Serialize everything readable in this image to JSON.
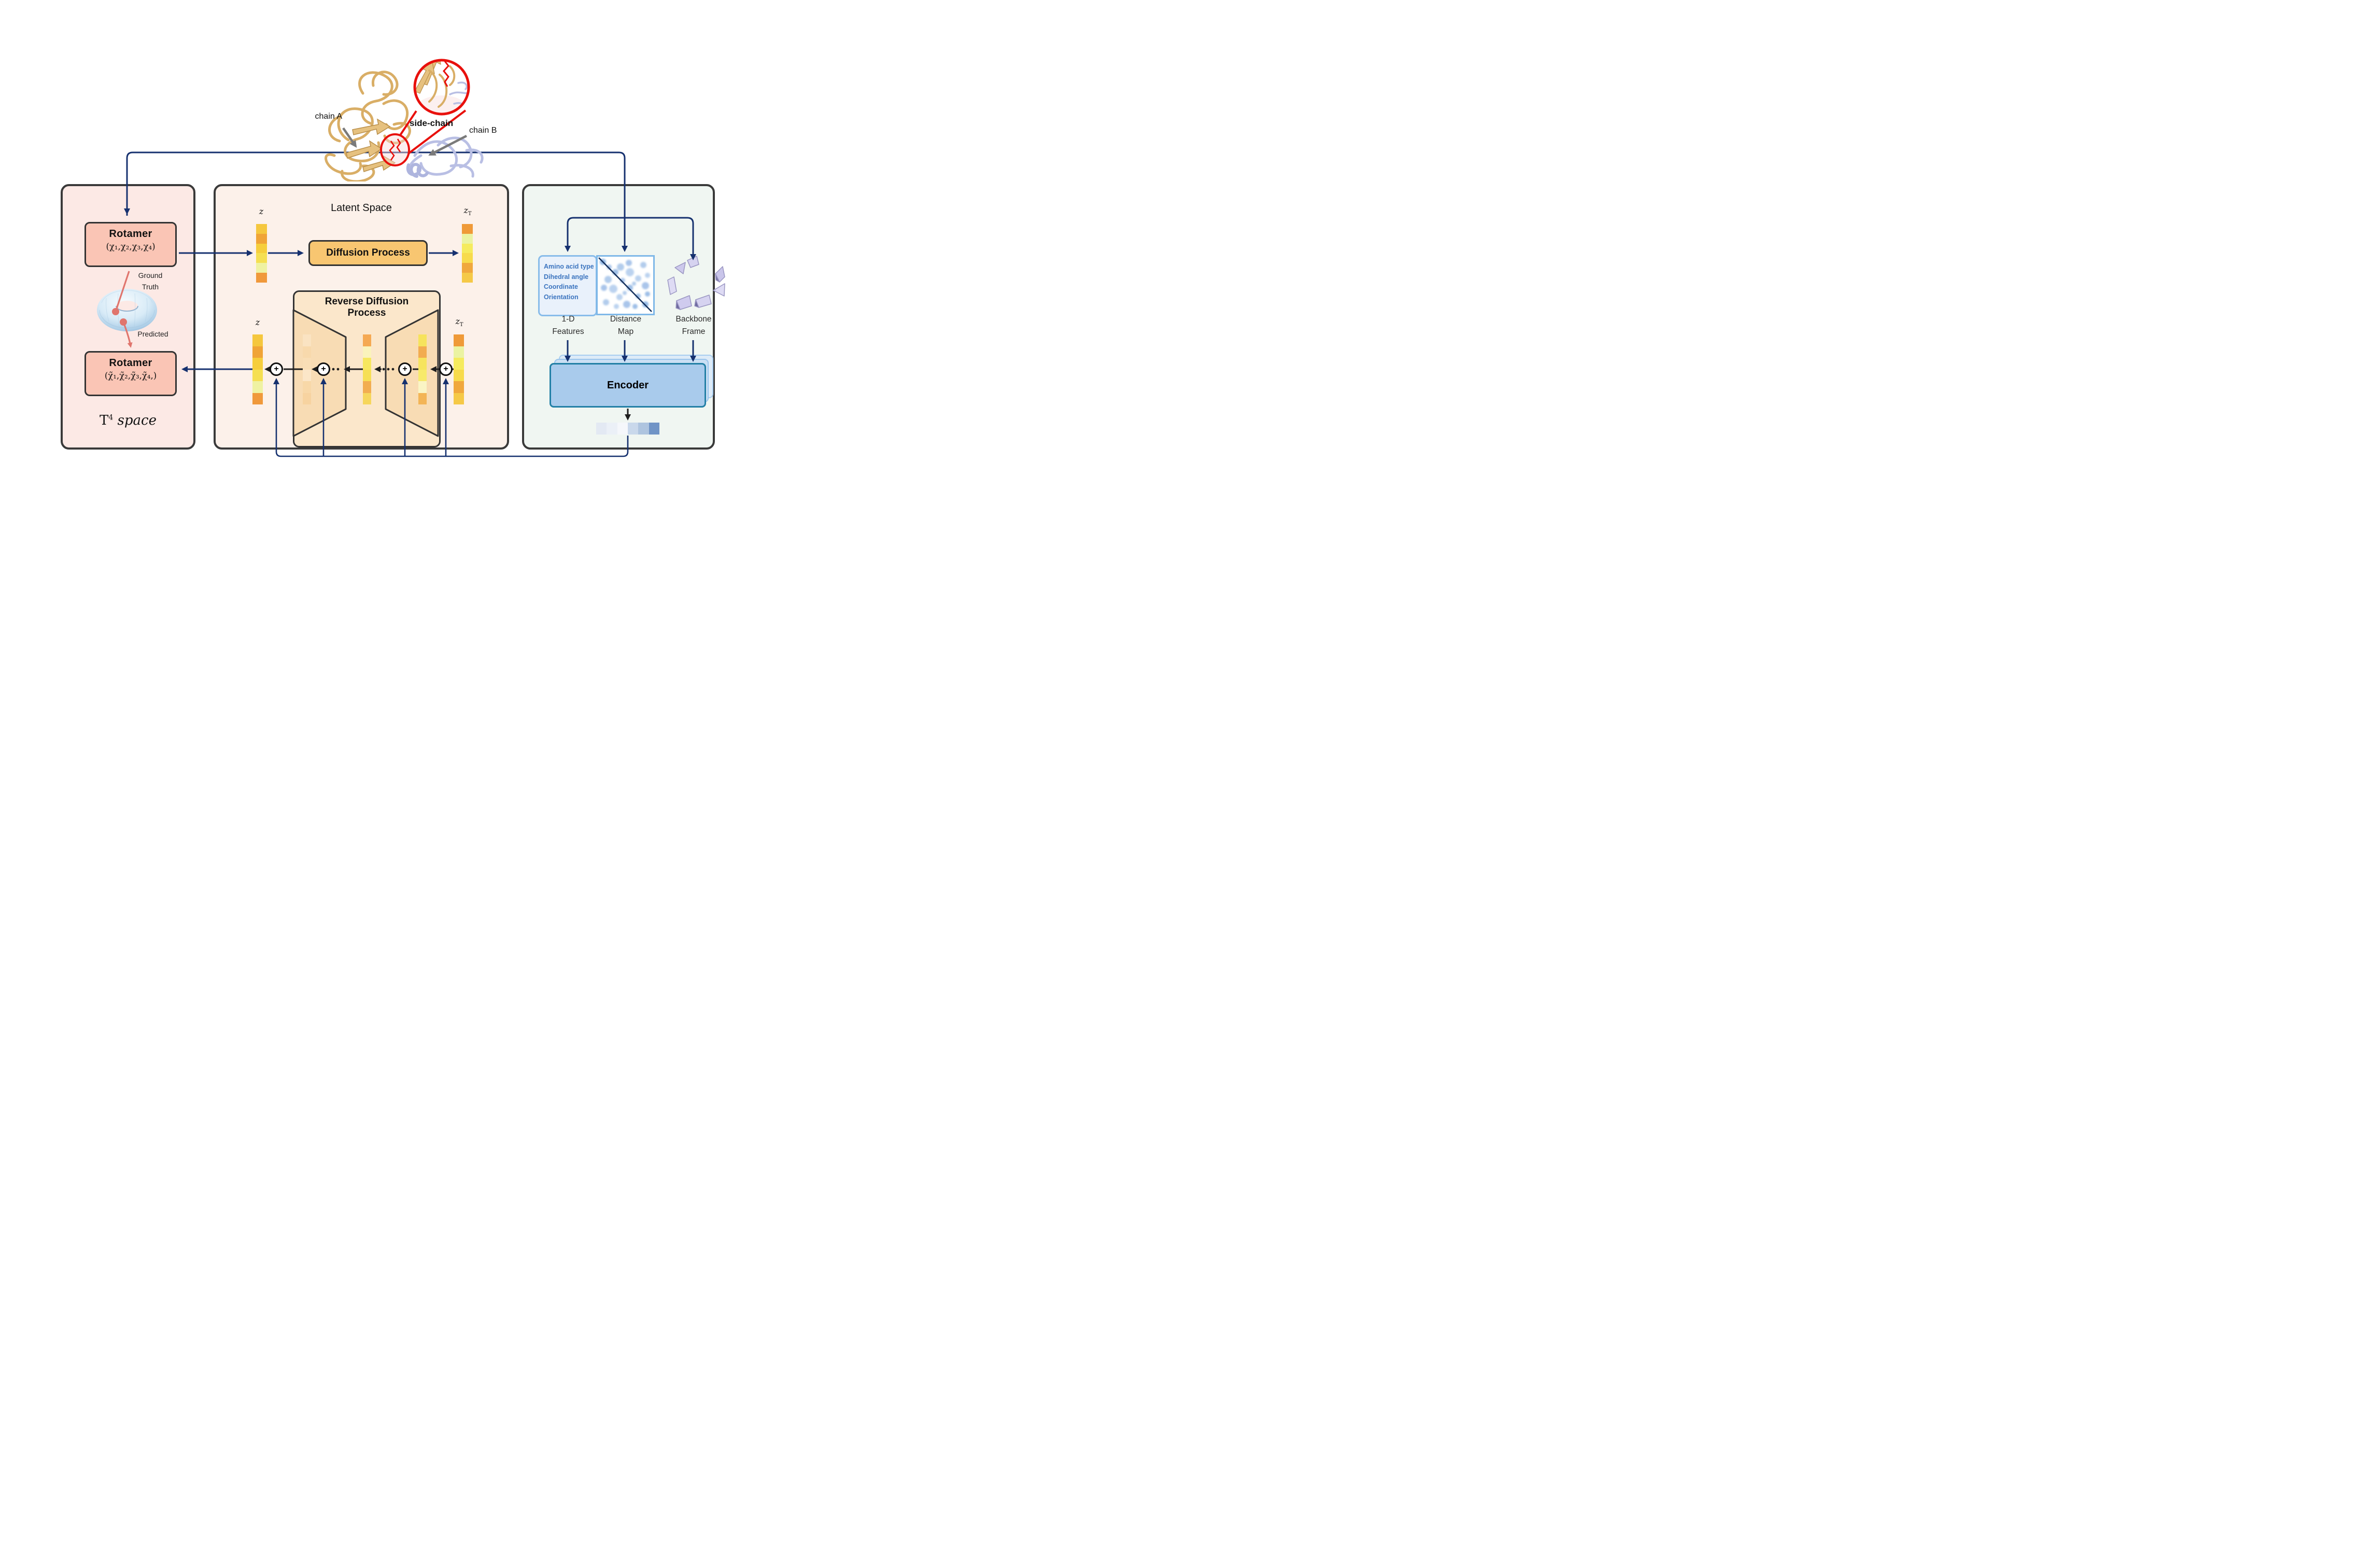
{
  "header": {
    "chain_a": "chain A",
    "chain_b": "chain B",
    "side_chain": "side-chain"
  },
  "left_panel": {
    "rotamer_top": {
      "title": "Rotamer",
      "formula": "(χ₁,χ₂,χ₃,χ₄)"
    },
    "rotamer_bottom": {
      "title": "Rotamer",
      "formula": "(χ̃₁,χ̃₂,χ̃₃,χ̃₄,)"
    },
    "ground_truth_line1": "Ground",
    "ground_truth_line2": "Truth",
    "predicted": "Predicted",
    "space_label": {
      "base": "T",
      "exp": "4",
      "word": "space"
    }
  },
  "latent_panel": {
    "title": "Latent Space",
    "z_label": "z",
    "zT_sub": "T",
    "diffusion_label": "Diffusion Process",
    "reverse_line1": "Reverse Diffusion",
    "reverse_line2": "Process",
    "plus_symbol": "+",
    "strips": {
      "z_top": [
        "#F5C73E",
        "#F0A437",
        "#F6CE3C",
        "#F5DF52",
        "#EFF2A2",
        "#F0993B"
      ],
      "zT_top": [
        "#EF9A38",
        "#EBF3A2",
        "#F5EB5E",
        "#F7DB4C",
        "#F0A83D",
        "#F5C947"
      ],
      "z_bottom": [
        "#F5C73E",
        "#F0A437",
        "#F6CE3C",
        "#F5DF52",
        "#EFF2A2",
        "#F0993B"
      ],
      "zT_bottom": [
        "#EF9A38",
        "#EBF3A2",
        "#F5EB5E",
        "#F7DB4C",
        "#F0A83D",
        "#F5C947"
      ],
      "inner_left": [
        "#FAE3C2",
        "#F8D9AC",
        "#F9DEB6",
        "#FBE6C8",
        "#F8D8A8",
        "#F7D3A0"
      ],
      "inner_mid": [
        "#F5A952",
        "#FAF3BC",
        "#F6E75F",
        "#F6DF55",
        "#F2AD50",
        "#F6D65C"
      ],
      "inner_right": [
        "#F6E35C",
        "#F2AC50",
        "#F6E45E",
        "#F7EA6A",
        "#FAF5C5",
        "#F3B556"
      ]
    }
  },
  "feature_panel": {
    "box_lines": [
      "Amino acid type",
      "Dihedral angle",
      "Coordinate",
      "Orientation"
    ],
    "col1_line1": "1-D",
    "col1_line2": "Features",
    "col2_line1": "Distance",
    "col2_line2": "Map",
    "col3_line1": "Backbone",
    "col3_line2": "Frame",
    "encoder_label": "Encoder",
    "output_strip": [
      "#E3E9F3",
      "#EBF0F7",
      "#F5F7FB",
      "#C9D8EB",
      "#AEC4DF",
      "#7094C6"
    ]
  },
  "colors": {
    "navy_arrow": "#16316F",
    "black_line": "#1F1F1F",
    "red_highlight": "#E8100C",
    "salmon_accent": "#E0756D",
    "panel_border": "#3A3A3A",
    "left_panel_bg": "#FCE9E5",
    "latent_panel_bg": "#FCF1EA",
    "feature_panel_bg": "#F0F6F2",
    "rotamer_box_bg": "#FAC5B5",
    "diffusion_box_bg": "#F8C671",
    "reverse_box_bg": "#FBE7CB",
    "trapezoid_bg": "#F8DCB4",
    "encoder_front_bg": "#A9CBEC",
    "chain_a_color": "#E2BE85",
    "chain_b_color": "#C7CCEA"
  }
}
